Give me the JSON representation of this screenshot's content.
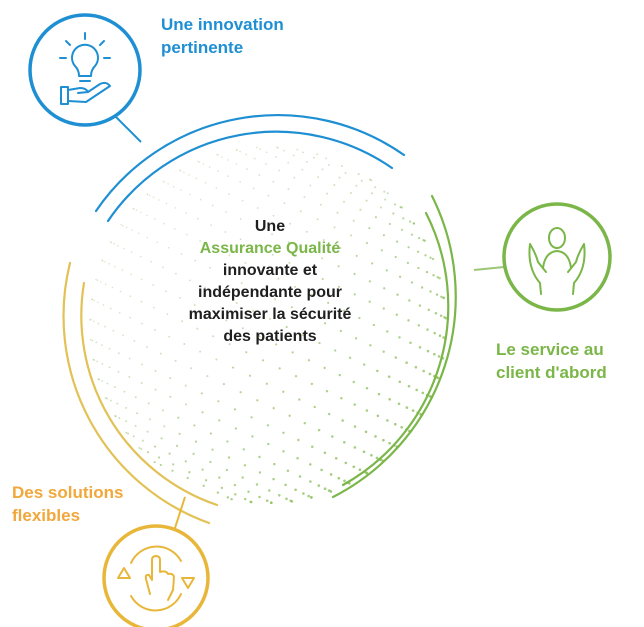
{
  "colors": {
    "blue": "#1e8fd3",
    "green": "#7ab648",
    "green_light": "#9cc575",
    "yellow": "#e8b73a",
    "yellow_arc": "#e2c155",
    "orange": "#f2a73b",
    "text": "#1f1f1f"
  },
  "center": {
    "line1": "Une",
    "line2": "Assurance Qualité",
    "line3": "innovante et",
    "line4": "indépendante pour",
    "line5": "maximiser la sécurité",
    "line6": "des patients"
  },
  "pillars": {
    "innovation": {
      "line1": "Une innovation",
      "line2": "pertinente",
      "icon": "lightbulb-hand-icon"
    },
    "service": {
      "line1": "Le service au",
      "line2": "client d'abord",
      "icon": "person-hands-icon"
    },
    "solutions": {
      "line1": "Des solutions",
      "line2": "flexibles",
      "icon": "hand-pointer-arrows-icon"
    }
  }
}
